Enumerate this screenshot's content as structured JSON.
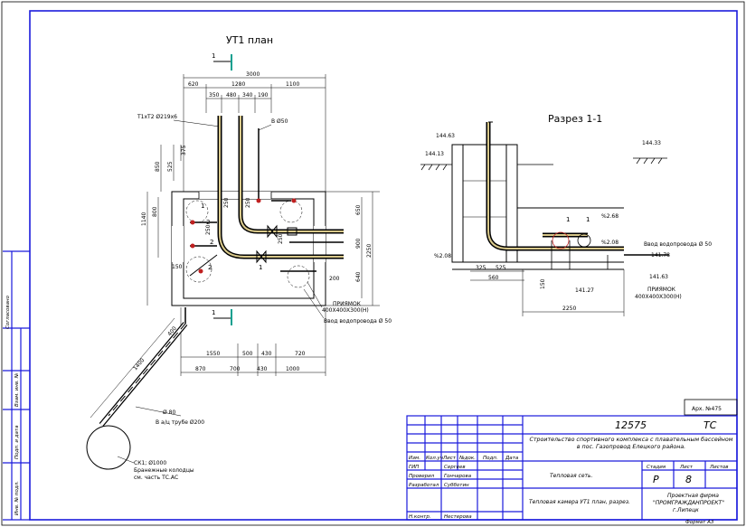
{
  "plan": {
    "title": "УТ1 план",
    "section_mark": "1",
    "label_pipes": "Т1хТ2 Ø219х6",
    "label_v": "В Ø50",
    "dims_top": [
      "3000",
      "620",
      "1280",
      "1100",
      "350",
      "480",
      "340",
      "190"
    ],
    "dims_left": [
      "850",
      "525",
      "375",
      "1140",
      "800",
      "150"
    ],
    "dims_right": [
      "650",
      "2250",
      "900",
      "640",
      "200"
    ],
    "dims_mid": [
      "250",
      "250",
      "250",
      "250"
    ],
    "dims_bottom_row1": [
      "1550",
      "500",
      "430",
      "720"
    ],
    "dims_bottom_row2": [
      "870",
      "700",
      "430",
      "1000"
    ],
    "markers": [
      "1",
      "2",
      "2",
      "1",
      "2"
    ],
    "priyamok": "ПРИЯМОК",
    "priyamok_size": "400Х400Х300(Н)",
    "water_in": "Ввод водопровода Ø 50",
    "dim_1400": "1400",
    "dim_400": "400",
    "d80": "Ø 80",
    "pipe_case": "В а/ц трубе Ø200",
    "well_1": "СК1; Ø1000",
    "well_2": "Бранежные колодцы",
    "well_3": "см. часть ТС.АС"
  },
  "section": {
    "title": "Разрез 1-1",
    "el_1": "144.63",
    "el_2": "144.13",
    "el_3": "144.33",
    "el_4": "%2.68",
    "el_5": "%2.08",
    "el_6": "%2.08",
    "el_7": "141.78",
    "el_8": "141.63",
    "el_9": "141.27",
    "dims_bottom": [
      "325",
      "525",
      "560",
      "2250"
    ],
    "dim_v": "150",
    "markers": [
      "1",
      "1"
    ],
    "water_in": "Ввод водопровода Ø 50",
    "priyamok": "ПРИЯМОК",
    "priyamok_size": "400Х400Х300(Н)"
  },
  "side_labels": {
    "soglasovano": "Согласовано",
    "inv_orig": "Взам. инв. №",
    "podp_date": "Подп. и дата",
    "inv_podl": "Инв. № подл."
  },
  "title_block": {
    "arch_no": "Арх. №475",
    "code": "12575",
    "mark": "ТС",
    "project": "Строительство спортивного комплекса с плавательным бассейном в пос. Газопровод Елецкого района.",
    "section_name": "Тепловая сеть.",
    "sheet_name": "Тепловая камера УТ1 план, разрез.",
    "stage_hdr": "Стадия",
    "sheet_hdr": "Лист",
    "sheets_hdr": "Листов",
    "stage": "Р",
    "sheet": "8",
    "firm_1": "Проектная фирма",
    "firm_2": "\"ПРОМГРАЖДАНПРОЕКТ\"",
    "firm_3": "г.Липецк",
    "format": "Формат А3",
    "hdr": [
      "Изм.",
      "Кол.уч",
      "Лист",
      "№док.",
      "Подп.",
      "Дата"
    ],
    "roles": [
      "ГИП",
      "Проверил",
      "Разработал",
      "Н.контр."
    ],
    "names": [
      "Сергеев",
      "Гончарова",
      "Субботин",
      "Нестерова"
    ]
  }
}
